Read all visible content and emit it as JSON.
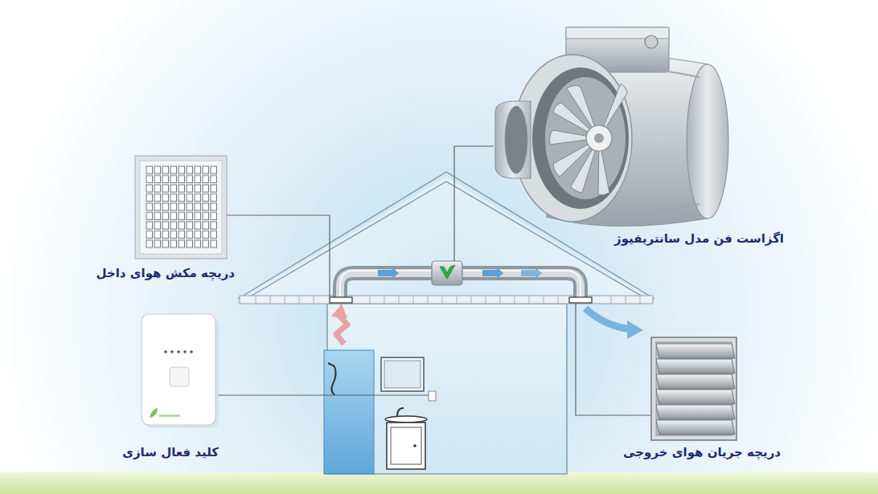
{
  "diagram": {
    "labels": [
      "اگزاست فن مدل سانتریفیوژ",
      "دریچه مکش هوای داخل",
      "کلید فعال سازی",
      "دریچه جریان هوای خروجی"
    ]
  }
}
